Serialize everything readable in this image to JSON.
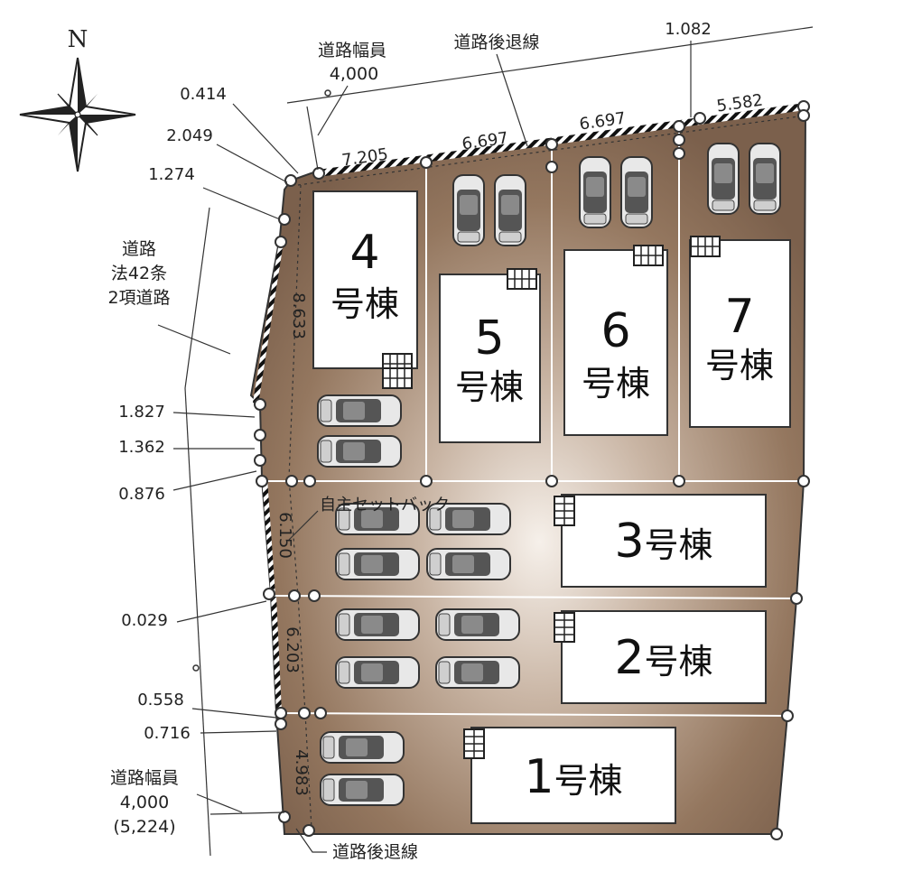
{
  "compass": {
    "label": "N"
  },
  "roads": {
    "top_width_label": "道路幅員",
    "top_width_value": "4,000",
    "top_setback": "道路後退線",
    "left_road_lines": [
      "道路",
      "法42条",
      "2項道路"
    ],
    "bottom_width_label": "道路幅員",
    "bottom_width_value": "4,000",
    "bottom_width_paren": "(5,224)",
    "bottom_setback": "道路後退線",
    "self_setback": "自主セットバック"
  },
  "dimensions": {
    "top": [
      "0.414",
      "7.205",
      "6.697",
      "6.697",
      "5.582",
      "1.082"
    ],
    "left": [
      "2.049",
      "1.274",
      "8.633",
      "1.827",
      "1.362",
      "0.876",
      "6.150",
      "0.029",
      "6.203",
      "0.558",
      "0.716",
      "4.983"
    ]
  },
  "lots": [
    {
      "num": "4",
      "suffix": "号棟"
    },
    {
      "num": "5",
      "suffix": "号棟"
    },
    {
      "num": "6",
      "suffix": "号棟"
    },
    {
      "num": "7",
      "suffix": "号棟"
    },
    {
      "num": "3",
      "suffix": "号棟"
    },
    {
      "num": "2",
      "suffix": "号棟"
    },
    {
      "num": "1",
      "suffix": "号棟"
    }
  ],
  "colors": {
    "lot_fill": "#8a6e5a",
    "lot_highlight": "#f4ede6",
    "line": "#333333"
  }
}
